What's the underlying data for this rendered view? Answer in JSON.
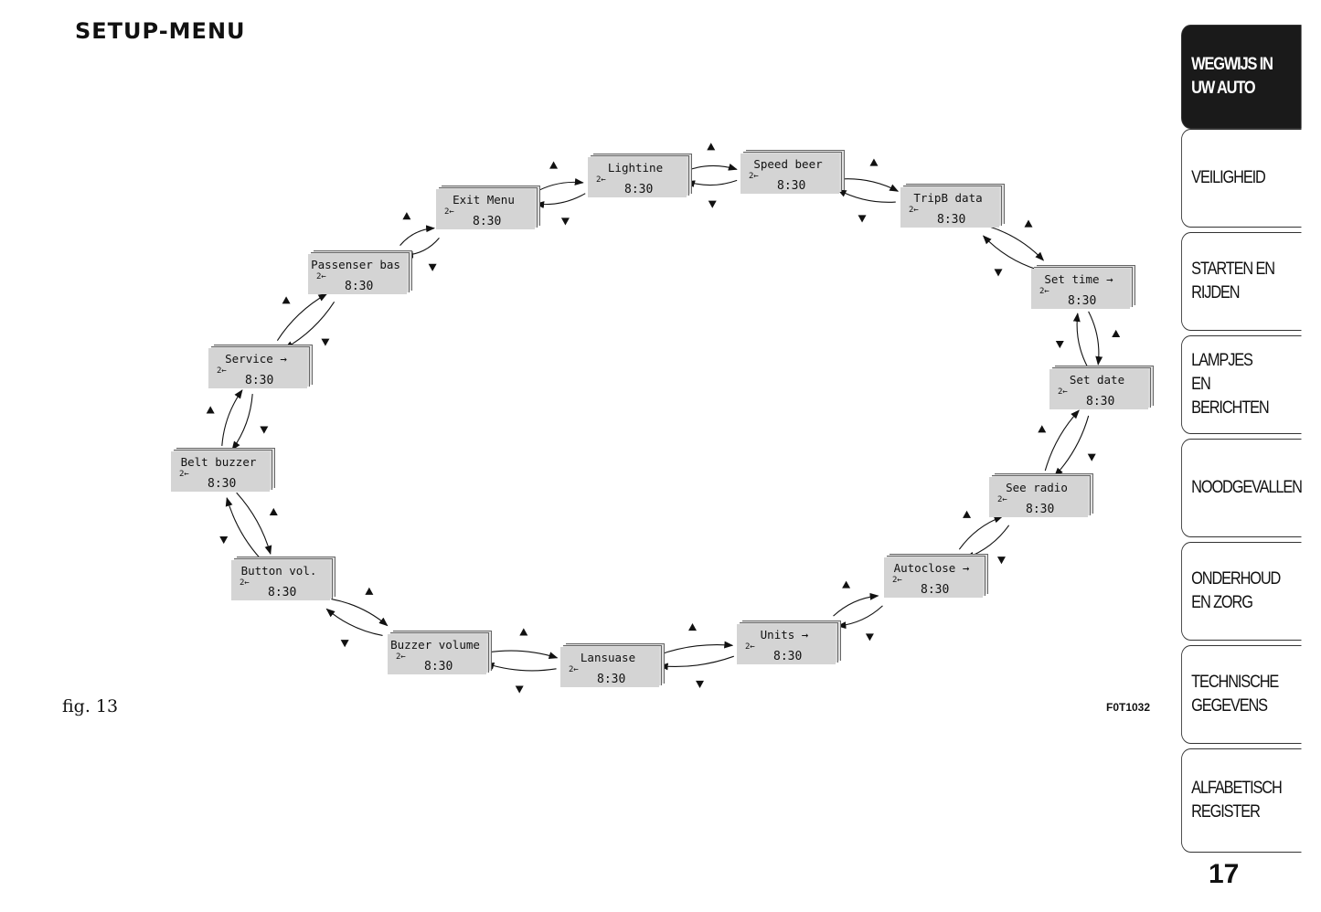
{
  "heading": "SETUP-MENU",
  "figure": {
    "label": "fig. 13",
    "code": "F0T1032",
    "screen_small_text": "2←",
    "screens": [
      {
        "title": "Lightine",
        "time": "8:30"
      },
      {
        "title": "Speed beer",
        "time": "8:30"
      },
      {
        "title": "TripB data",
        "time": "8:30"
      },
      {
        "title": "Set time  →",
        "time": "8:30"
      },
      {
        "title": "Set date",
        "time": "8:30"
      },
      {
        "title": "See radio",
        "time": "8:30"
      },
      {
        "title": "Autoclose →",
        "time": "8:30"
      },
      {
        "title": "Units    →",
        "time": "8:30"
      },
      {
        "title": "Lansuase",
        "time": "8:30"
      },
      {
        "title": "Buzzer volume",
        "time": "8:30"
      },
      {
        "title": "Button vol.",
        "time": "8:30"
      },
      {
        "title": "Belt buzzer",
        "time": "8:30"
      },
      {
        "title": "Service  →",
        "time": "8:30"
      },
      {
        "title": "Passenser bas",
        "time": "8:30"
      },
      {
        "title": "Exit Menu",
        "time": "8:30"
      }
    ]
  },
  "sidebar": {
    "tabs": [
      {
        "label": "WEGWIJS IN UW AUTO",
        "active": true
      },
      {
        "label": "VEILIGHEID",
        "active": false
      },
      {
        "label": "STARTEN EN RIJDEN",
        "active": false
      },
      {
        "label": "LAMPJES EN BERICHTEN",
        "active": false
      },
      {
        "label": "NOODGEVALLEN",
        "active": false
      },
      {
        "label": "ONDERHOUD EN ZORG",
        "active": false
      },
      {
        "label": "TECHNISCHE GEGEVENS",
        "active": false
      },
      {
        "label": "ALFABETISCH REGISTER",
        "active": false
      }
    ]
  },
  "page_number": "17"
}
